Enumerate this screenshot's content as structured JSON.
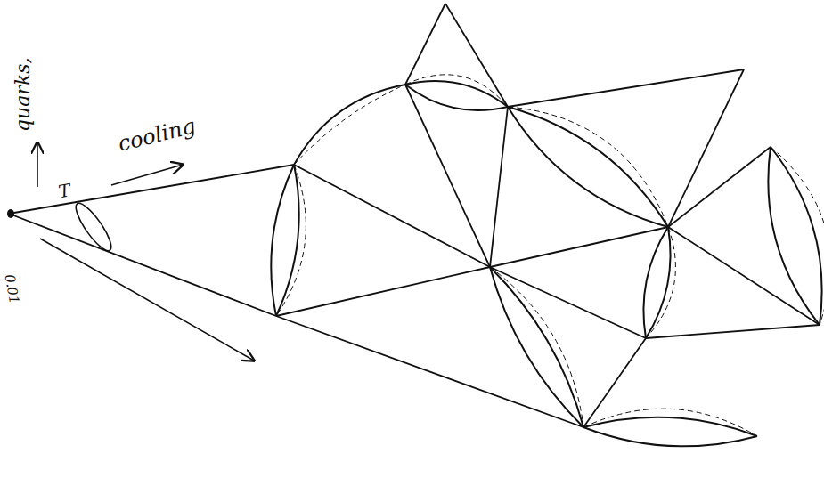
{
  "diagram": {
    "labels": [
      "quarks,",
      "cooling",
      "T",
      "0.01"
    ]
  }
}
